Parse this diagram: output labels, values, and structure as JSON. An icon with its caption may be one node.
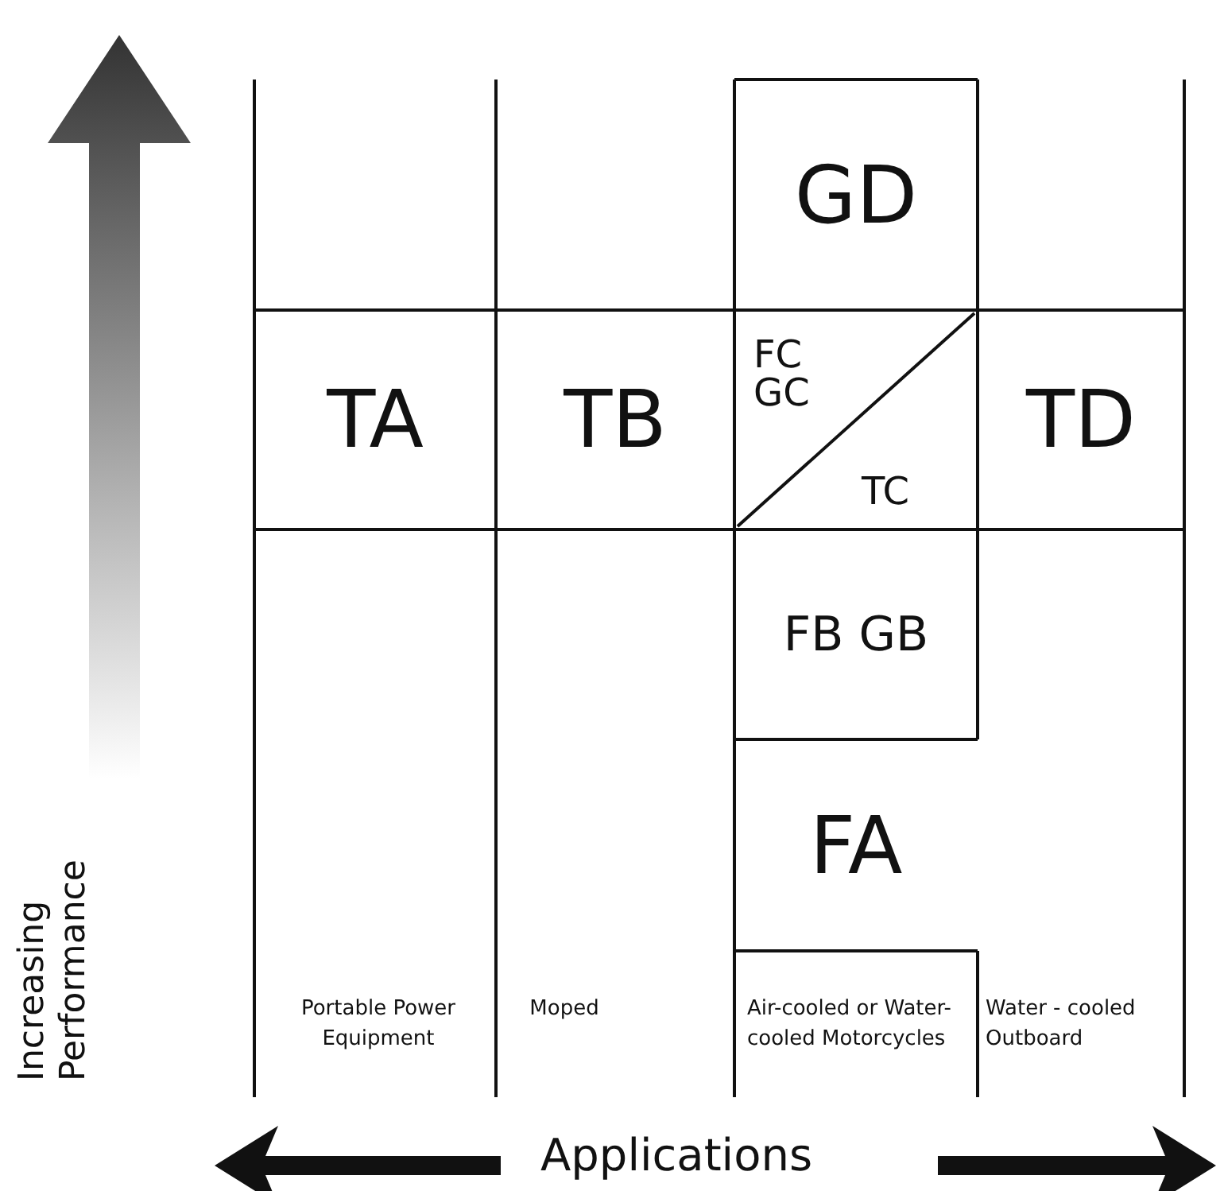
{
  "diagram": {
    "nodes": [
      {
        "text": [
          "GD"
        ]
      },
      {
        "text": [
          "TA"
        ]
      },
      {
        "text": [
          "TB"
        ]
      },
      {
        "text": [
          "FC GC",
          "TC"
        ]
      },
      {
        "text": [
          "TD"
        ]
      },
      {
        "text": [
          "FB GB"
        ]
      },
      {
        "text": [
          "FA"
        ]
      }
    ],
    "edges": [],
    "labels": [
      "Increasing Performance",
      "Portable Power Equipment",
      "Moped",
      "Air-cooled or Water-cooled Motorcycles",
      "Water - cooled Outboard",
      "Applications"
    ]
  }
}
